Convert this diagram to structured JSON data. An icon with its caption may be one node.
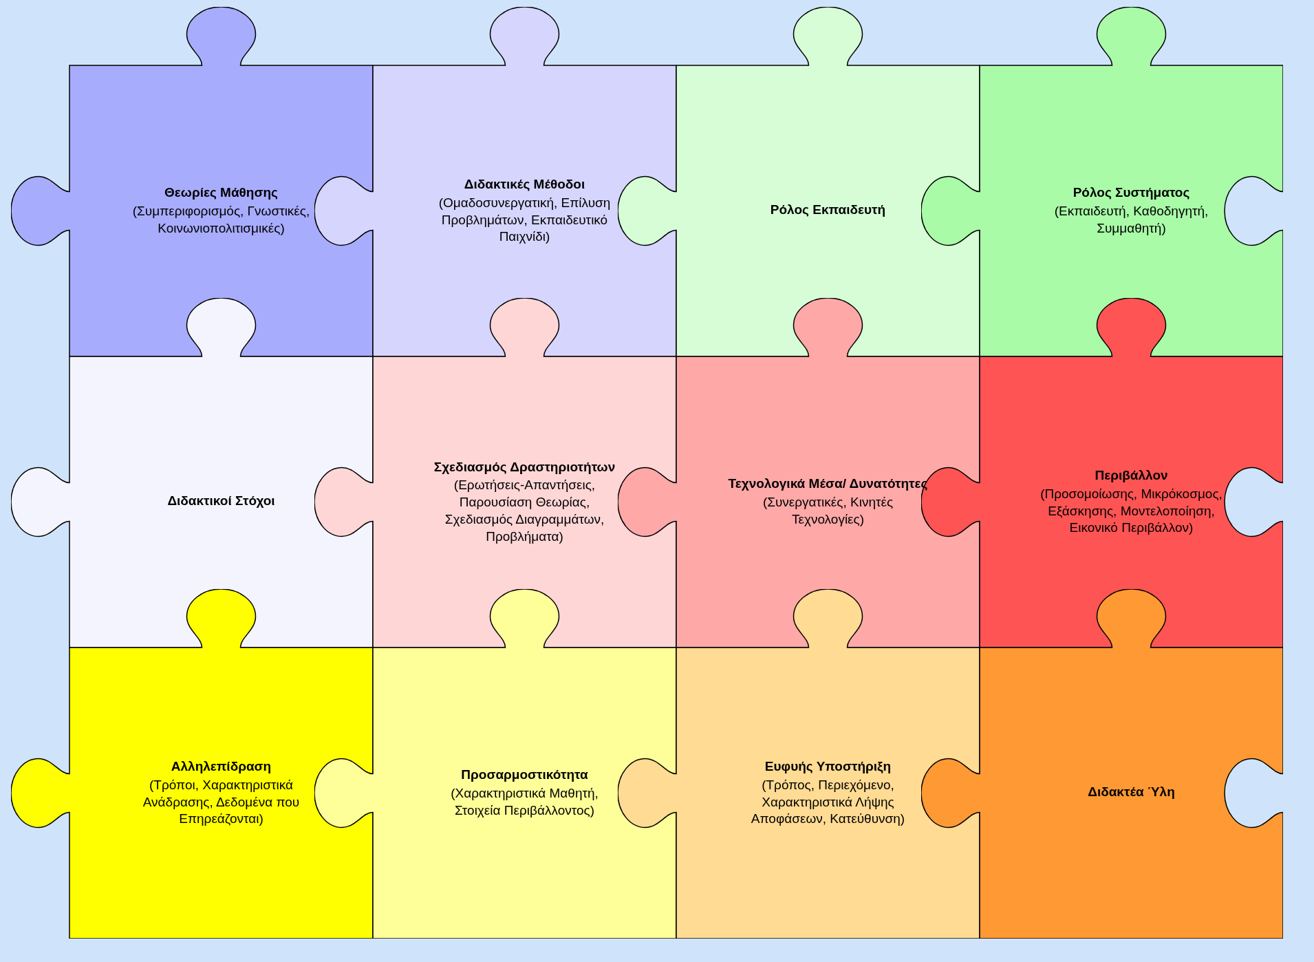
{
  "diagram": {
    "nodes": [
      {
        "text": [
          "Θεωρίες Μάθησης",
          "(Συμπεριφορισμός, Γνωστικές, Κοινωνιοπολιτισμικές)"
        ]
      },
      {
        "text": [
          "Διδακτικές Μέθοδοι",
          "(Ομαδοσυνεργατική, Επίλυση Προβλημάτων, Εκπαιδευτικό Παιχνίδι)"
        ]
      },
      {
        "text": [
          "Ρόλος Εκπαιδευτή"
        ]
      },
      {
        "text": [
          "Ρόλος Συστήματος",
          "(Εκπαιδευτή, Καθοδηγητή, Συμμαθητή)"
        ]
      },
      {
        "text": [
          "Διδακτικοί Στόχοι"
        ]
      },
      {
        "text": [
          "Σχεδιασμός Δραστηριοτήτων",
          "(Ερωτήσεις-Απαντήσεις, Παρουσίαση Θεωρίας, Σχεδιασμός Διαγραμμάτων, Προβλήματα)"
        ]
      },
      {
        "text": [
          "Τεχνολογικά Μέσα/ Δυνατότητες",
          "(Συνεργατικές, Κινητές Τεχνολογίες)"
        ]
      },
      {
        "text": [
          "Περιβάλλον",
          "(Προσομοίωσης, Μικρόκοσμος, Εξάσκησης, Μοντελοποίηση, Εικονικό Περιβάλλον)"
        ]
      },
      {
        "text": [
          "Αλληλεπίδραση",
          "(Τρόποι, Χαρακτηριστικά Ανάδρασης, Δεδομένα που Επηρεάζονται)"
        ]
      },
      {
        "text": [
          "Προσαρμοστικότητα",
          "(Χαρακτηριστικά Μαθητή, Στοιχεία Περιβάλλοντος)"
        ]
      },
      {
        "text": [
          "Ευφυής Υποστήριξη",
          "(Τρόπος, Περιεχόμενο, Χαρακτηριστικά Λήψης Αποφάσεων, Κατεύθυνση)"
        ]
      },
      {
        "text": [
          "Διδακτέα Ύλη"
        ]
      }
    ]
  }
}
